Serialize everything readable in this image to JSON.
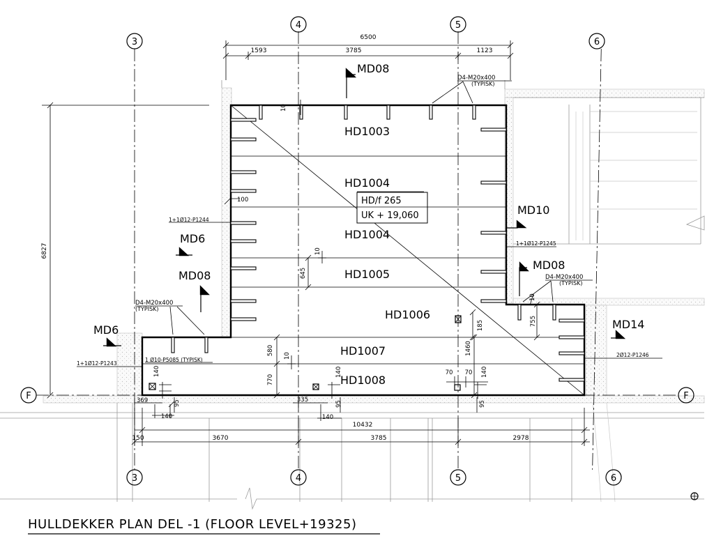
{
  "title": "HULLDEKKER PLAN DEL -1 (FLOOR LEVEL+19325)",
  "grid": {
    "g3": "3",
    "g4": "4",
    "g5": "5",
    "g6": "6",
    "gF": "F"
  },
  "dimensions": {
    "top_total": "6500",
    "top_1": "1593",
    "top_2": "3785",
    "top_3": "1123",
    "left_height": "6827",
    "bottom_total": "10432",
    "bottom_0": "150",
    "bottom_1": "3670",
    "bottom_2": "3785",
    "bottom_3": "2978",
    "d10a": "10",
    "d100": "100",
    "d645": "645",
    "d10b": "10",
    "d580": "580",
    "d10c": "10",
    "d770": "770",
    "d140a": "140",
    "d95a": "95",
    "d369": "369",
    "d140b": "140",
    "d335": "335",
    "d140c": "140",
    "d95b": "95",
    "d140d": "140",
    "d185": "185",
    "d1460": "1460",
    "d70a": "70",
    "d70b": "70",
    "d140e": "140",
    "d95c": "95",
    "d755": "755",
    "d10d": "10"
  },
  "labels": {
    "md08_top": "MD08",
    "md10": "MD10",
    "md6_upper": "MD6",
    "md08_left": "MD08",
    "md6_lower": "MD6",
    "md08_right": "MD08",
    "md14": "MD14",
    "hd1003": "HD1003",
    "hd1004a": "HD1004",
    "hd1004b": "HD1004",
    "hd1005": "HD1005",
    "hd1006": "HD1006",
    "hd1007": "HD1007",
    "hd1008": "HD1008",
    "callout_1": "HD/f 265",
    "callout_2": "UK + 19,060",
    "anchor_top": "D4-M20x400",
    "anchor_top_sub": "(TYPISK)",
    "anchor_left": "D4-M20x400",
    "anchor_left_sub": "(TYPISK)",
    "anchor_right": "D4-M20x400",
    "anchor_right_sub": "(TYPISK)",
    "rebar_1244": "1+1Ø12-P1244",
    "rebar_1245": "1+1Ø12-P1245",
    "rebar_1243": "1+1Ø12-P1243",
    "rebar_5085": "1 Ø10-P5085 (TYPISK)",
    "rebar_1246": "2Ø12-P1246"
  }
}
